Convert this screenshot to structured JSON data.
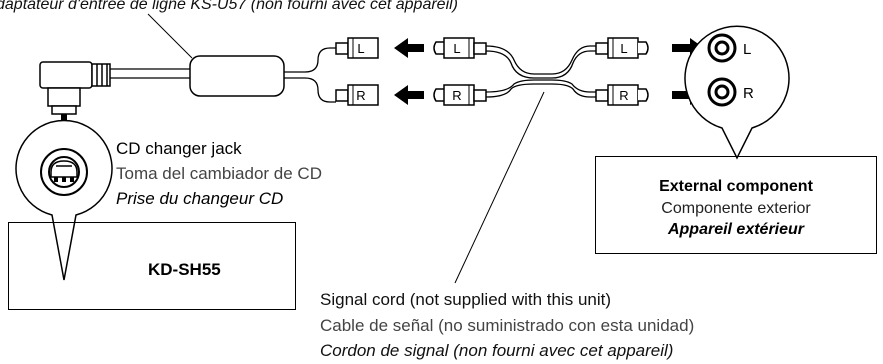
{
  "adapter_label": "daptateur d'entrée de ligne KS-U57 (non fourni avec cet appareil)",
  "cd_jack": {
    "en": "CD changer jack",
    "es": "Toma del cambiador de CD",
    "fr": "Prise du changeur CD"
  },
  "main_unit": {
    "label": "KD-SH55"
  },
  "external_component": {
    "en": "External component",
    "es": "Componente exterior",
    "fr": "Appareil extérieur"
  },
  "signal_cord": {
    "en": "Signal cord (not supplied with this unit)",
    "es": "Cable de señal (no suministrado con esta unidad)",
    "fr": "Cordon de signal (non fourni avec cet appareil)"
  },
  "plug_letters": {
    "left": "L",
    "right": "R"
  },
  "jack_letters": {
    "left": "L",
    "right": "R"
  },
  "colors": {
    "line": "#000000",
    "background": "#ffffff"
  }
}
